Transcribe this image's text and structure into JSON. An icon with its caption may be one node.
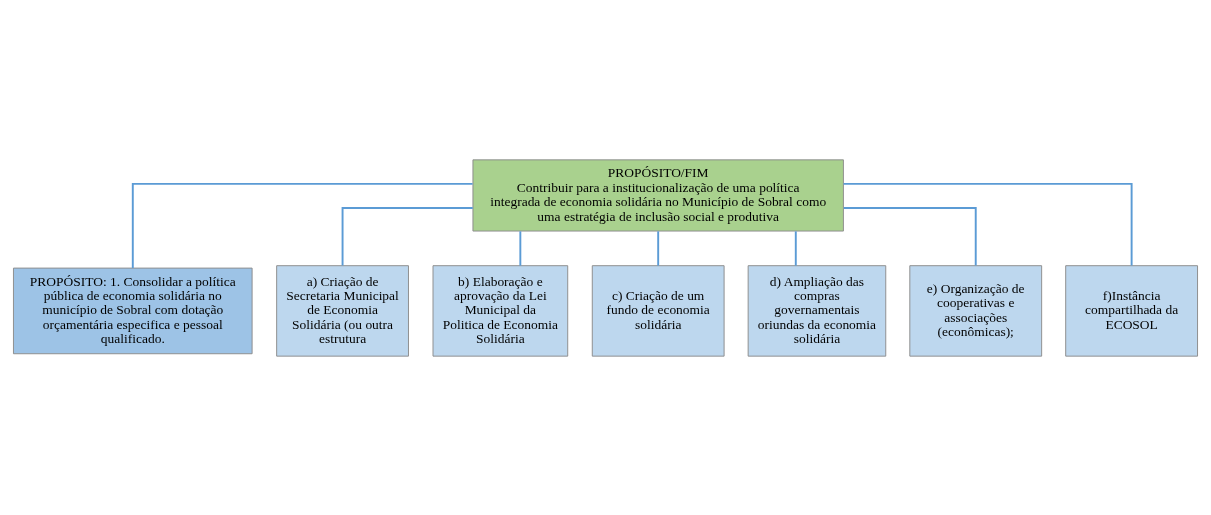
{
  "diagram": {
    "nodes": [
      {
        "text": [
          "PROPÓSITO/FIM",
          "Contribuir para a institucionalização de uma política integrada de economia solidária no Município de Sobral como uma estratégia de inclusão social e produtiva"
        ]
      },
      {
        "text": [
          "PROPÓSITO: 1. Consolidar a política pública de economia solidária no município de Sobral com dotação orçamentária especifica e pessoal qualificado."
        ]
      },
      {
        "text": [
          "a) Criação de Secretaria Municipal de Economia Solidária (ou outra estrutura"
        ]
      },
      {
        "text": [
          "b) Elaboração e aprovação da Lei Municipal da Politica de Economia Solidária"
        ]
      },
      {
        "text": [
          "c) Criação de um fundo de economia solidária"
        ]
      },
      {
        "text": [
          "d) Ampliação das compras governamentais oriundas da economia solidária"
        ]
      },
      {
        "text": [
          "e) Organização de cooperativas e associações (econômicas);"
        ]
      },
      {
        "text": [
          "f)Instância compartilhada da ECOSOL"
        ]
      }
    ],
    "edges": [
      {
        "from": 0,
        "to": 1,
        "arrow": "none"
      },
      {
        "from": 0,
        "to": 2,
        "arrow": "none"
      },
      {
        "from": 0,
        "to": 3,
        "arrow": "none"
      },
      {
        "from": 0,
        "to": 4,
        "arrow": "none"
      },
      {
        "from": 0,
        "to": 5,
        "arrow": "none"
      },
      {
        "from": 0,
        "to": 6,
        "arrow": "none"
      },
      {
        "from": 0,
        "to": 7,
        "arrow": "none"
      }
    ]
  }
}
